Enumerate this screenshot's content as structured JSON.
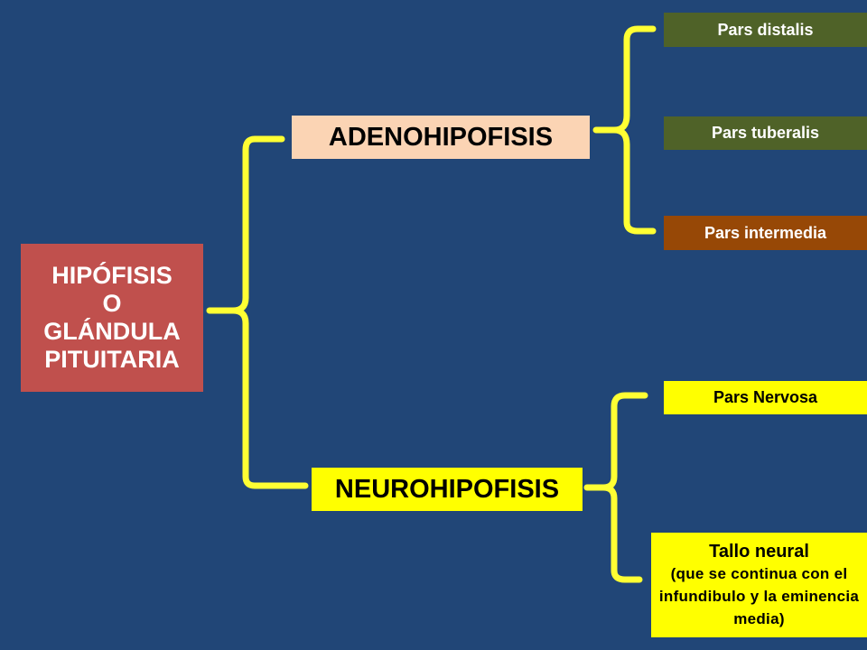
{
  "root": {
    "lines": [
      "HIPÓFISIS",
      "O",
      "GLÁNDULA",
      "PITUITARIA"
    ]
  },
  "branches": {
    "adeno": "ADENOHIPOFISIS",
    "neuro": "NEUROHIPOFISIS"
  },
  "adeno_parts": [
    "Pars distalis",
    "Pars tuberalis",
    "Pars intermedia"
  ],
  "neuro_parts": {
    "nervosa": "Pars Nervosa",
    "tallo_title": "Tallo neural",
    "tallo_note": "(que se continua con el infundibulo y la eminencia media)"
  },
  "colors": {
    "background": "#214677",
    "bracket": "#ffff33",
    "root_box": "#c0504d",
    "adeno_box": "#fbd4b4",
    "neuro_box": "#ffff00",
    "distalis_box": "#4f6228",
    "tuberalis_box": "#4f6228",
    "intermedia_box": "#974806",
    "nervosa_box": "#ffff00",
    "tallo_box": "#ffff00"
  }
}
